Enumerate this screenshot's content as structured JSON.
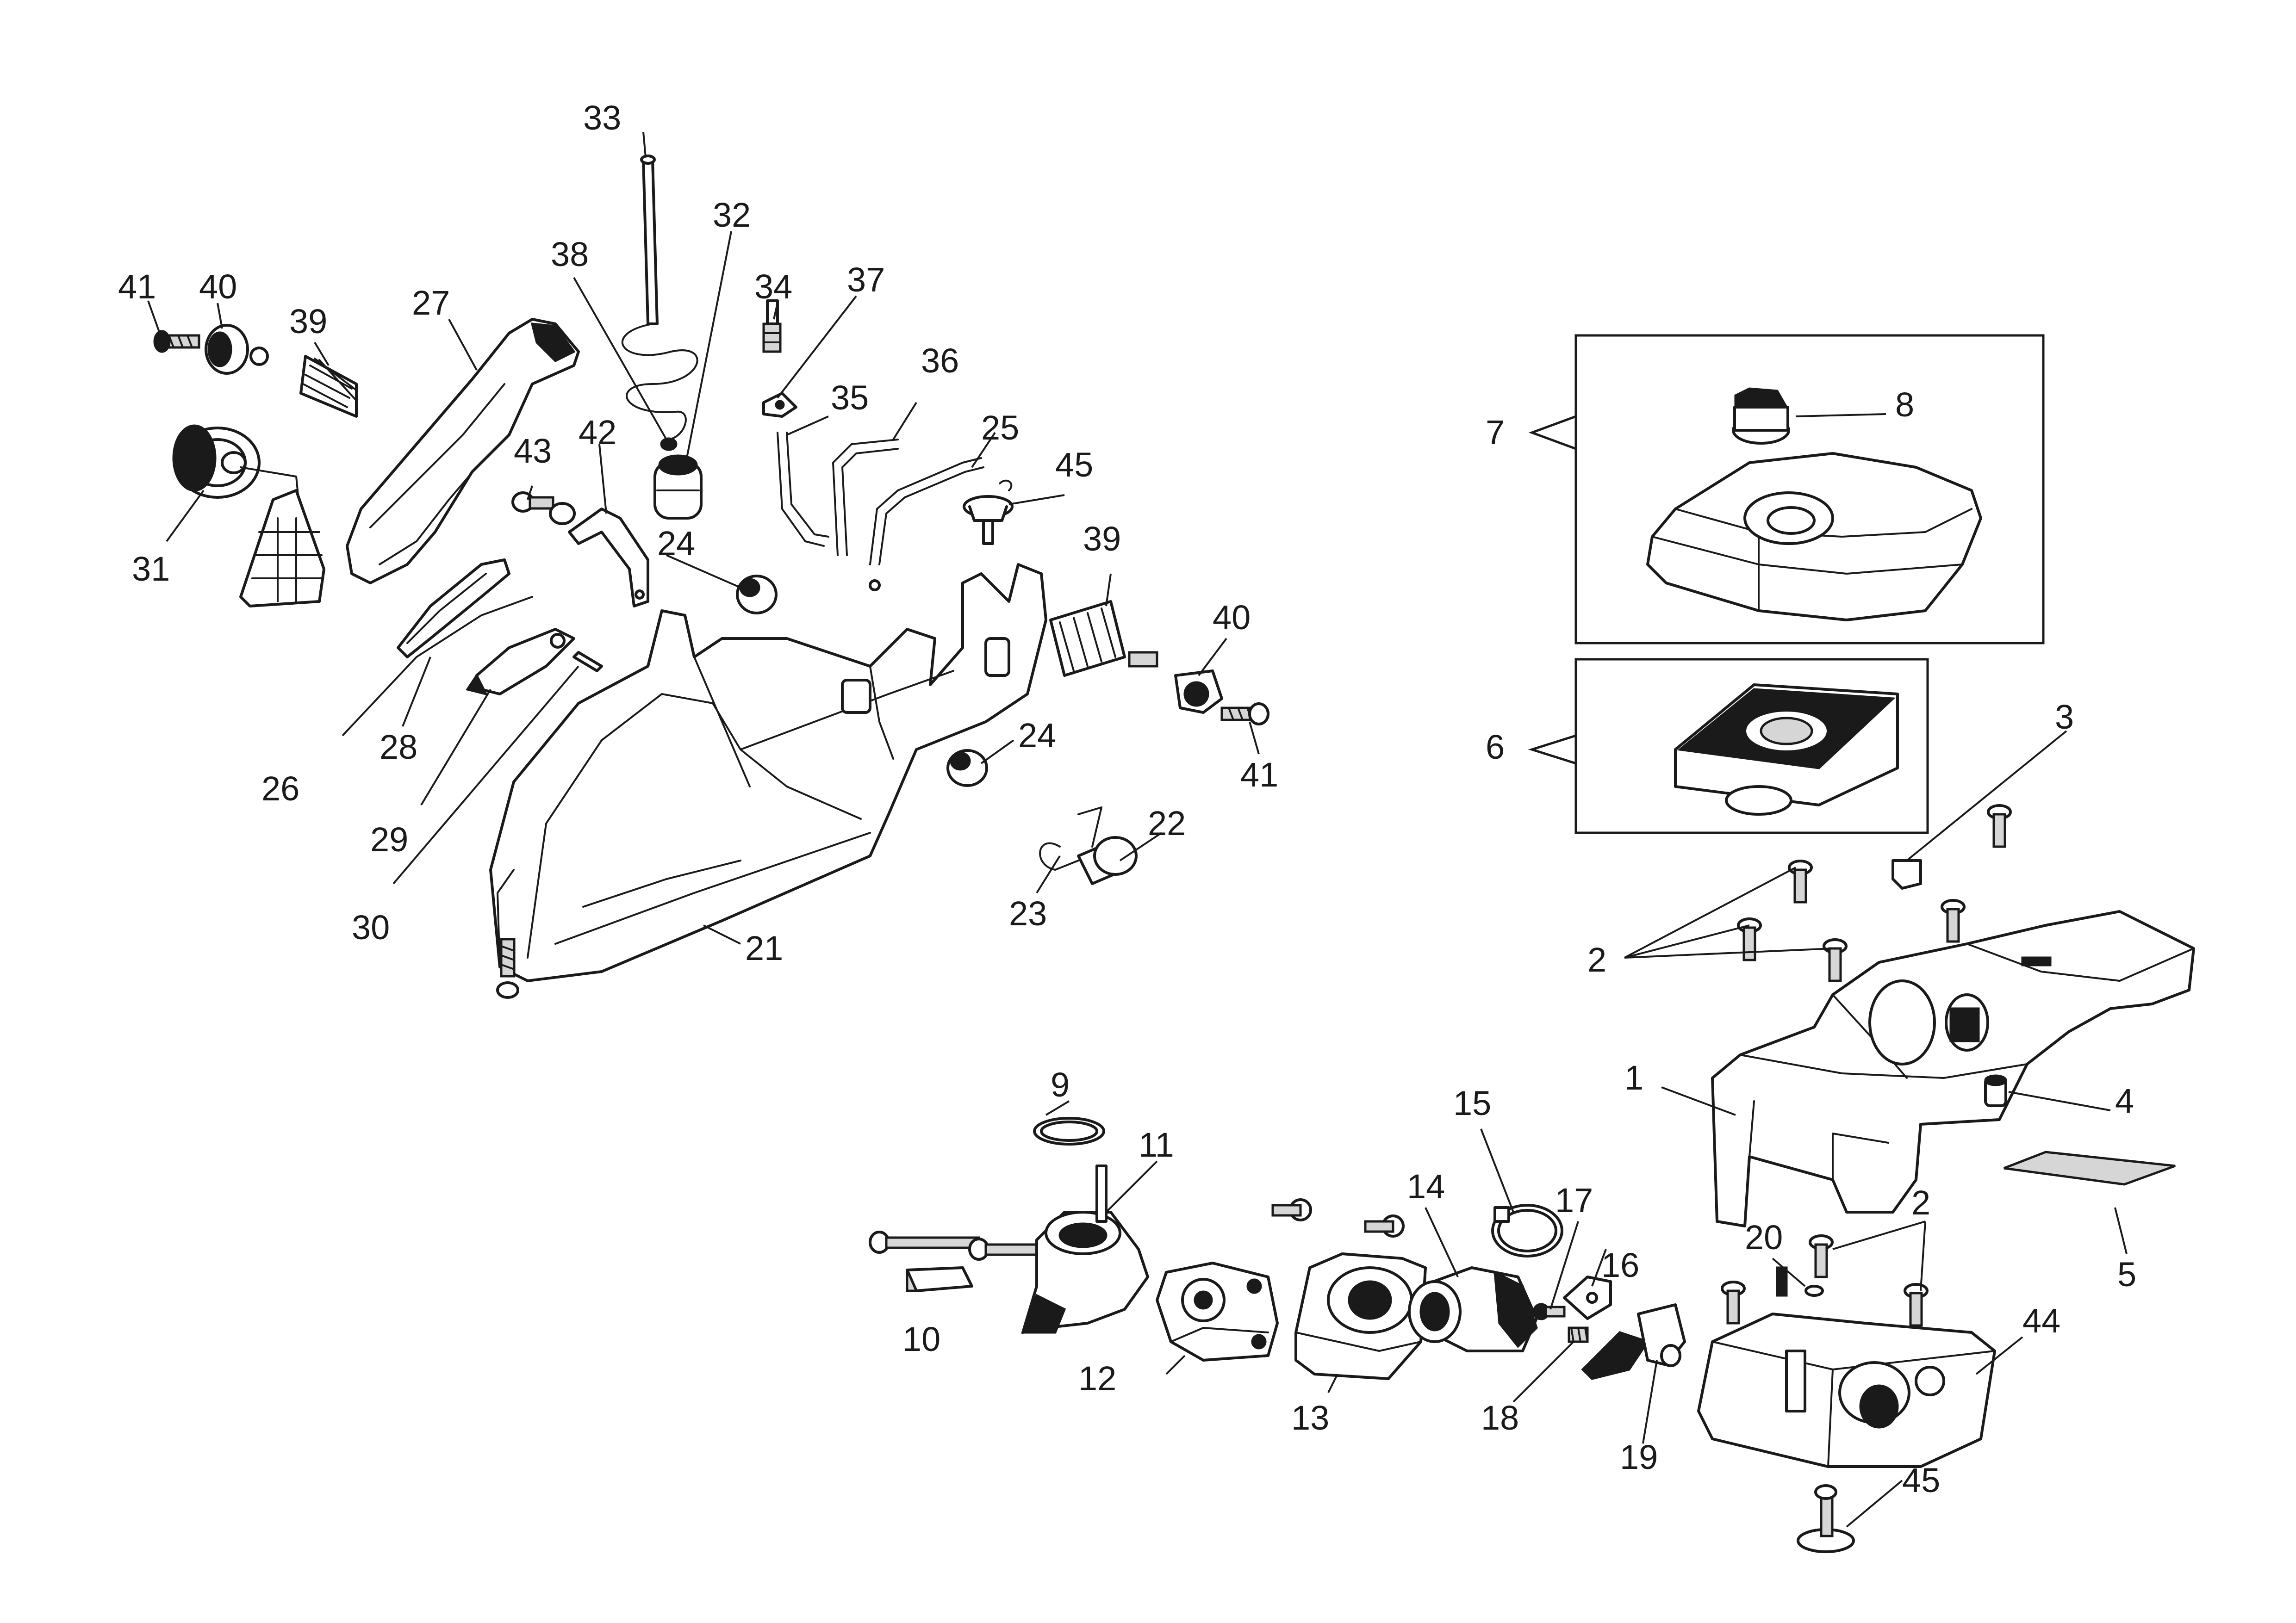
{
  "callouts": {
    "c1": "1",
    "c2a": "2",
    "c2b": "2",
    "c3": "3",
    "c4": "4",
    "c5": "5",
    "c6": "6",
    "c7": "7",
    "c8": "8",
    "c9": "9",
    "c10": "10",
    "c11": "11",
    "c12": "12",
    "c13": "13",
    "c14": "14",
    "c15": "15",
    "c16": "16",
    "c17": "17",
    "c18": "18",
    "c19": "19",
    "c20": "20",
    "c21": "21",
    "c22": "22",
    "c23": "23",
    "c24a": "24",
    "c24b": "24",
    "c25": "25",
    "c26": "26",
    "c27": "27",
    "c28": "28",
    "c29": "29",
    "c30": "30",
    "c31": "31",
    "c32": "32",
    "c33": "33",
    "c34": "34",
    "c35": "35",
    "c36": "36",
    "c37": "37",
    "c38": "38",
    "c39a": "39",
    "c39b": "39",
    "c40a": "40",
    "c40b": "40",
    "c41a": "41",
    "c41b": "41",
    "c42": "42",
    "c43": "43",
    "c44": "44",
    "c45a": "45",
    "c45b": "45"
  }
}
